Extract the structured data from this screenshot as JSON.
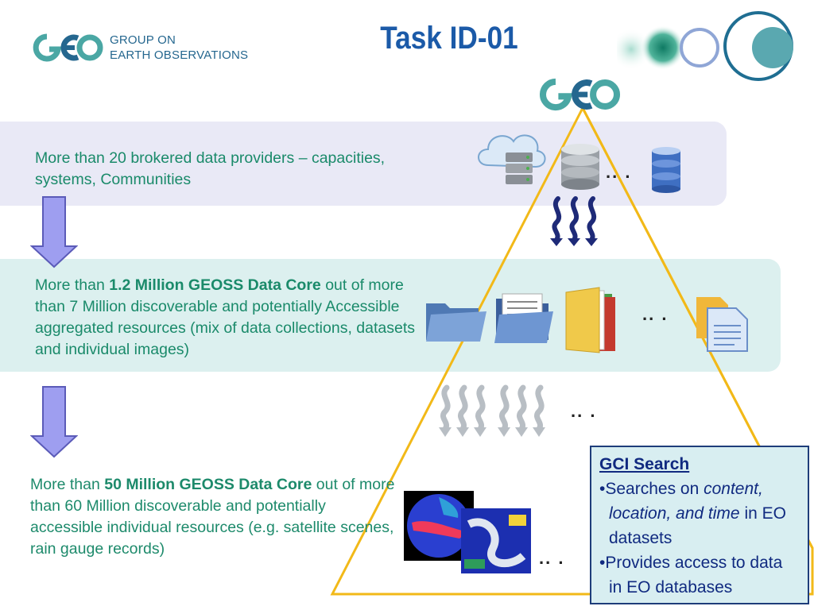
{
  "header": {
    "org_line1": "GROUP ON",
    "org_line2": "EARTH OBSERVATIONS",
    "title": "Task ID-01"
  },
  "levels": [
    {
      "text": "More than 20 brokered data providers – capacities, systems, Communities"
    },
    {
      "prefix": "More than ",
      "bold": "1.2 Million GEOSS Data Core",
      "suffix": "  out of more than 7 Million discoverable and potentially Accessible aggregated resources (mix of data collections, datasets and individual images)"
    },
    {
      "prefix": "More than ",
      "bold": "50 Million GEOSS Data Core",
      "suffix": " out of more than 60 Million discoverable and potentially accessible individual resources (e.g. satellite scenes, rain gauge records)"
    }
  ],
  "ellipses": [
    ".. .",
    ".. .",
    ".. .",
    ".. ."
  ],
  "gci": {
    "title": "GCI Search",
    "item1_prefix": "•Searches on ",
    "item1_italic": "content, location, and time",
    "item1_suffix": " in EO datasets",
    "item2": "•Provides access to data in EO databases"
  },
  "icons": [
    "geo-logo-icon",
    "cloud-server-icon",
    "database-gray-icon",
    "database-blue-icon",
    "wavy-arrow-icon",
    "folder-icon",
    "document-folder-icon",
    "file-folder-icon",
    "document-icon",
    "globe-image-icon",
    "satellite-map-icon",
    "down-arrow-icon"
  ],
  "colors": {
    "title": "#1b5aa8",
    "body_text": "#1a8a6a",
    "band1": "#e9e9f6",
    "band2": "#dcf0ef",
    "pyramid": "#f2b918",
    "arrow": "#9e9ef0",
    "gci_text": "#102a80"
  }
}
